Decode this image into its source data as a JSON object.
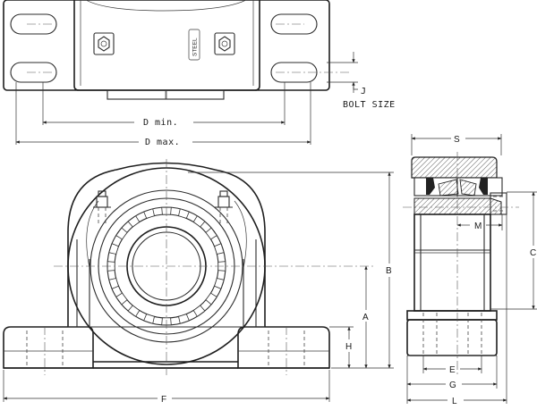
{
  "top_view": {
    "stamp": "STEEL",
    "dims": {
      "d_min": "D min.",
      "d_max": "D max.",
      "j": "J",
      "bolt_size": "BOLT SIZE"
    }
  },
  "front_view": {
    "dims": {
      "a": "A",
      "b": "B",
      "f": "F",
      "h": "H"
    }
  },
  "side_view": {
    "dims": {
      "s": "S",
      "m": "M",
      "c": "C",
      "e": "E",
      "g": "G",
      "l": "L"
    }
  }
}
